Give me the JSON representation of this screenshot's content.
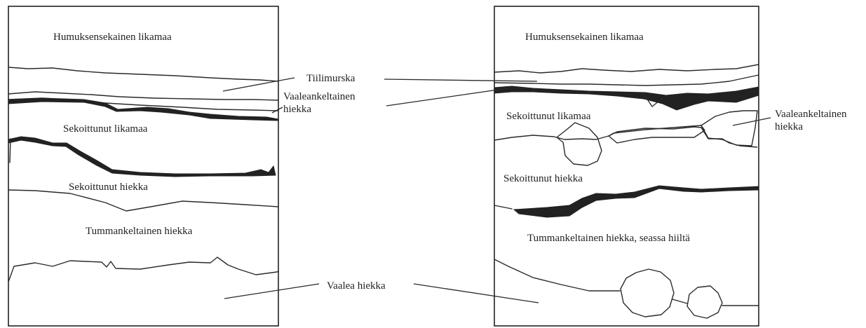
{
  "left_profile": {
    "labels": {
      "humus": "Humuksensekainen likamaa",
      "mixed_soil": "Sekoittunut likamaa",
      "mixed_sand": "Sekoittunut hiekka",
      "dark_yellow_sand": "Tummankeltainen hiekka"
    }
  },
  "right_profile": {
    "labels": {
      "humus": "Humuksensekainen likamaa",
      "mixed_soil": "Sekoittunut likamaa",
      "mixed_sand": "Sekoittunut hiekka",
      "dark_yellow_sand_charcoal": "Tummankeltainen hiekka, seassa hiiltä",
      "light_yellow_sand_line1": "Vaaleankeltainen",
      "light_yellow_sand_line2": "hiekka"
    }
  },
  "shared_labels": {
    "brick_rubble": "Tiilimurska",
    "light_yellow_sand_line1": "Vaaleankeltainen",
    "light_yellow_sand_line2": "hiekka",
    "light_sand": "Vaalea hiekka"
  }
}
